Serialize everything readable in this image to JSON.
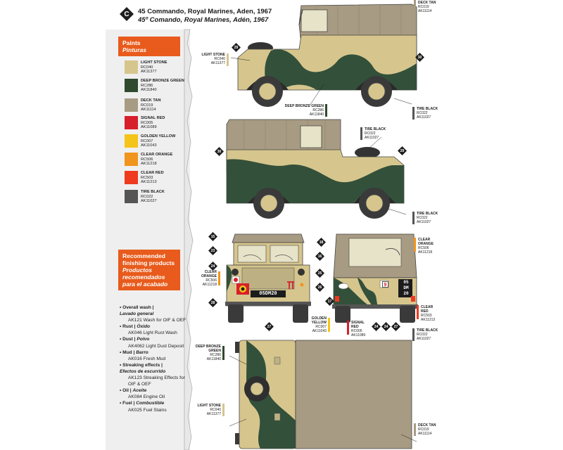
{
  "header": {
    "badge": "C",
    "title_en": "45 Commando, Royal Marines, Aden, 1967",
    "title_es": "45º Comando, Royal Marines, Adén, 1967"
  },
  "paints_panel": {
    "title_en": "Paints",
    "title_es": "Pinturas"
  },
  "paints": [
    {
      "name": "LIGHT STONE",
      "code1": "RC040",
      "code2": "AK11377",
      "color": "#d6c68d"
    },
    {
      "name": "DEEP BRONZE GREEN",
      "code1": "RC286",
      "code2": "AK11840",
      "color": "#2f4a2f"
    },
    {
      "name": "DECK TAN",
      "code1": "RC019",
      "code2": "AK11114",
      "color": "#a89b83"
    },
    {
      "name": "SIGNAL RED",
      "code1": "RC005",
      "code2": "AK11089",
      "color": "#d71f2b"
    },
    {
      "name": "GOLDEN YELLOW",
      "code1": "RC007",
      "code2": "AK11043",
      "color": "#f5c418"
    },
    {
      "name": "CLEAR ORANGE",
      "code1": "RC506",
      "code2": "AK11218",
      "color": "#f0941d"
    },
    {
      "name": "CLEAR RED",
      "code1": "RC503",
      "code2": "AK11213",
      "color": "#ee3a1f"
    },
    {
      "name": "TIRE BLACK",
      "code1": "RC022",
      "code2": "AK11027",
      "color": "#555555"
    }
  ],
  "finishing_panel": {
    "title_en": "Recommended finishing products",
    "title_es": "Productos recomendados para el acabado"
  },
  "finishing": [
    {
      "head": "Overall wash |",
      "head_es": "Lavado general",
      "items": [
        "AK121 Wash for OIF & OEF"
      ]
    },
    {
      "head": "Rust |",
      "head_es": "Óxido",
      "items": [
        "AK046 Light Rust Wash"
      ]
    },
    {
      "head": "Dust |",
      "head_es": "Polvo",
      "items": [
        "AK4062 Light Dust Deposit"
      ]
    },
    {
      "head": "Mud |",
      "head_es": "Barro",
      "items": [
        "AK016 Fresh Mud"
      ]
    },
    {
      "head": "Streaking effects |",
      "head_es": "Efectos de escurrido",
      "items": [
        "AK123 Streaking Effects for",
        "OIF & OEF"
      ]
    },
    {
      "head": "Oil |",
      "head_es": "Aceite",
      "items": [
        "AK084 Engine Oil"
      ]
    },
    {
      "head": "Fuel |",
      "head_es": "Combustible",
      "items": [
        "AK025 Fuel Stains"
      ]
    }
  ],
  "callouts": {
    "deck_tan_top": [
      "DECK TAN",
      "RC019",
      "AK11114"
    ],
    "light_stone_side": [
      "LIGHT STONE",
      "RC040",
      "AK11377"
    ],
    "deep_bronze_side": [
      "DEEP BRONZE GREEN",
      "RC286",
      "AK11840"
    ],
    "tire_black_side1": [
      "TIRE BLACK",
      "RC022",
      "AK11027"
    ],
    "tire_black_side2_top": [
      "TIRE BLACK",
      "RC022",
      "AK11027"
    ],
    "tire_black_side2_bottom": [
      "TIRE BLACK",
      "RC022",
      "AK11027"
    ],
    "clear_orange_front": [
      "CLEAR",
      "ORANGE",
      "RC506",
      "AK11218"
    ],
    "clear_orange_rear": [
      "CLEAR",
      "ORANGE",
      "RC506",
      "AK11218"
    ],
    "clear_red_rear": [
      "CLEAR",
      "RED",
      "RC503",
      "AK11213"
    ],
    "golden_yellow": [
      "GOLDEN",
      "YELLOW",
      "RC007",
      "AK11043"
    ],
    "signal_red": [
      "SIGNAL",
      "RED",
      "RC005",
      "AK11089"
    ],
    "tire_black_rear": [
      "TIRE BLACK",
      "RC022",
      "AK11027"
    ],
    "deep_bronze_top": [
      "DEEP BRONZE",
      "GREEN",
      "RC286",
      "AK11840"
    ],
    "light_stone_top": [
      "LIGHT STONE",
      "RC040",
      "AK11377"
    ],
    "deck_tan_bottom": [
      "DECK TAN",
      "RC019",
      "AK11114"
    ]
  },
  "plates": {
    "front": "05DM20",
    "rear_line1": "05",
    "rear_line2": "DM",
    "rear_line3": "20"
  },
  "markers": {
    "side1_a": "29",
    "side1_b": "30",
    "side2_a": "30",
    "side2_b": "29",
    "front_a": "15",
    "front_b": "23",
    "front_c": "16",
    "front_d": "24",
    "front_e": "25",
    "front_f": "26",
    "front_g": "27",
    "front_h": "28",
    "rear_a": "18",
    "rear_b": "17",
    "rear_c": "24",
    "rear_d": "24",
    "rear_e": "27",
    "rear_f": "29"
  },
  "colors": {
    "light_stone": "#d6c68d",
    "bronze_green": "#33503a",
    "deck_tan": "#a89b83",
    "tire": "#3a3a3a",
    "accent_orange": "#e85b1c"
  }
}
